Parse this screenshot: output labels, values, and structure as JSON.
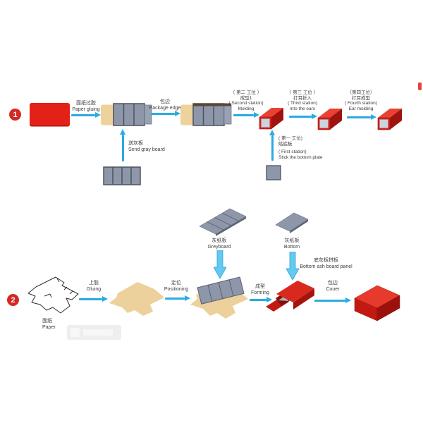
{
  "colors": {
    "accent_cyan": "#29abe2",
    "red": "#e32119",
    "red_top": "#ea4134",
    "red_dark": "#a0120c",
    "tan": "#ecd19c",
    "board_gray": "#8e97aa",
    "board_edge": "#4b5260",
    "badge_red": "#d42923",
    "text": "#3d3d3d"
  },
  "row1": {
    "badge": "1",
    "paper_gluing": [
      "面纸过胶",
      "Paper gluing"
    ],
    "package_edge": [
      "包边",
      "Package edge"
    ],
    "send_gray_board": [
      "送灰板",
      "Send gray board"
    ],
    "second_station": [
      "（ 第二 工位 ）",
      "成型1",
      "( Second station)",
      "Molding"
    ],
    "third_station": [
      "（ 第三 工位 ）",
      "打耳折入",
      "( Third station)",
      "Into the ears"
    ],
    "fourth_station": [
      "（第四工位）",
      "打耳成型",
      "( Fourth station)",
      "Ear molding"
    ],
    "first_station": [
      "( 第一 工位)",
      "贴底板",
      "( First station)",
      "Stick the bottom plate"
    ]
  },
  "row2": {
    "badge": "2",
    "paper": [
      "面纸",
      "Paper"
    ],
    "gluing": [
      "上胶",
      "Gluing"
    ],
    "positioning": [
      "定位",
      "Positioning"
    ],
    "greyboard": [
      "灰纸板",
      "Greyboard"
    ],
    "bottom": [
      "灰纸板",
      "Bottom"
    ],
    "bottom_panel": [
      "底灰板拼板",
      "Bottom ash board panel"
    ],
    "forming": [
      "成型",
      "Forming"
    ],
    "cover": [
      "包边",
      "Couer"
    ]
  }
}
